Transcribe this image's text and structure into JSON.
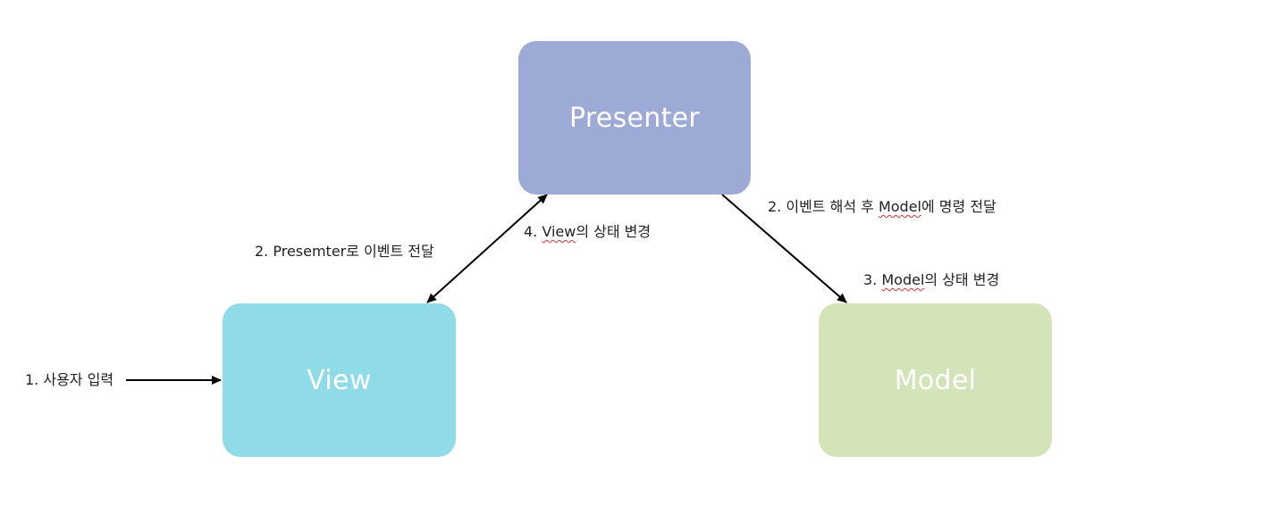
{
  "nodes": {
    "presenter": "Presenter",
    "view": "View",
    "model": "Model"
  },
  "labels": {
    "user_input": "1. 사용자 입력",
    "to_presenter": "2. Presemter로 이벤트 전달",
    "to_model_prefix": "2. 이벤트 해석 후 ",
    "to_model_word": "Model",
    "to_model_suffix": "에 명령 전달",
    "model_state_prefix": "3. ",
    "model_state_word": "Model",
    "model_state_suffix": "의 상태 변경",
    "view_state_prefix": "4. ",
    "view_state_word": "View",
    "view_state_suffix": "의 상태 변경"
  },
  "colors": {
    "presenter": "#9eaad6",
    "view": "#8fdbe8",
    "model": "#d4e4b9",
    "arrow": "#000000",
    "spellcheck_underline": "#e03030"
  }
}
